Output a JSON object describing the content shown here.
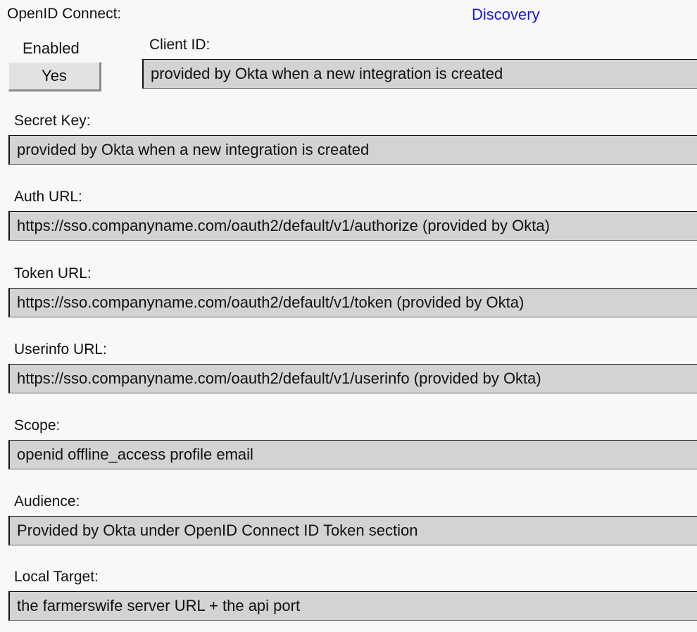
{
  "header": {
    "section_title": "OpenID Connect:",
    "discovery_link": "Discovery"
  },
  "enabled": {
    "label": "Enabled",
    "value": "Yes"
  },
  "fields": {
    "client_id": {
      "label": "Client ID:",
      "value": "provided by Okta when a new integration is created"
    },
    "secret_key": {
      "label": "Secret Key:",
      "value": "provided by Okta when a new integration is created"
    },
    "auth_url": {
      "label": "Auth URL:",
      "value": "https://sso.companyname.com/oauth2/default/v1/authorize (provided by Okta)"
    },
    "token_url": {
      "label": "Token URL:",
      "value": "https://sso.companyname.com/oauth2/default/v1/token (provided by Okta)"
    },
    "userinfo_url": {
      "label": "Userinfo URL:",
      "value": "https://sso.companyname.com/oauth2/default/v1/userinfo (provided by Okta)"
    },
    "scope": {
      "label": "Scope:",
      "value": "openid offline_access profile email"
    },
    "audience": {
      "label": "Audience:",
      "value": "Provided by Okta under OpenID Connect ID Token section"
    },
    "local_target": {
      "label": "Local Target:",
      "value": "the farmerswife server URL + the api port"
    }
  },
  "colors": {
    "background": "#f8f8f8",
    "field_background": "#d3d3d3",
    "link": "#1414e6",
    "button_background": "#e2e2e2"
  }
}
